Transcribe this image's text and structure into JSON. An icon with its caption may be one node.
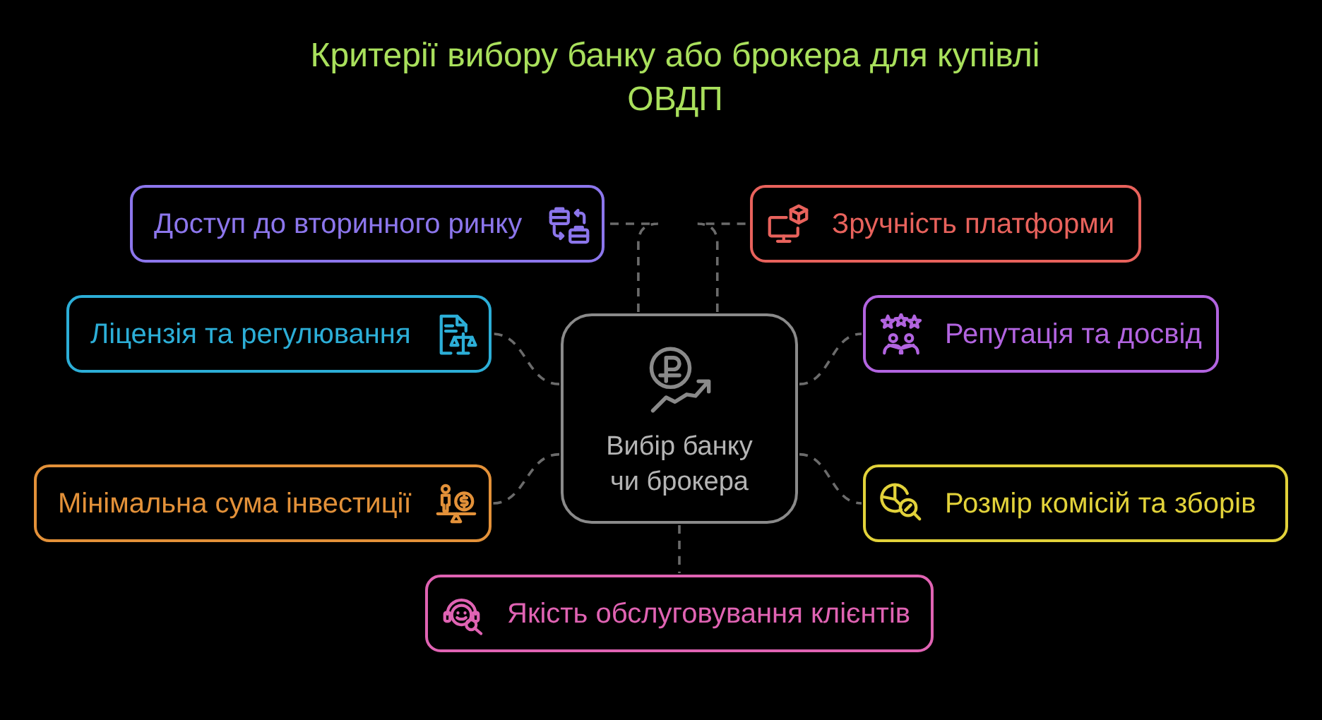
{
  "diagram": {
    "title": "Критерії вибору банку або брокера для купівлі ОВДП",
    "nodes": [
      {
        "text": [
          "Доступ до вторинного ринку"
        ]
      },
      {
        "text": [
          "Зручність платформи"
        ]
      },
      {
        "text": [
          "Ліцензія та регулювання"
        ]
      },
      {
        "text": [
          "Вибір банку чи брокера"
        ]
      },
      {
        "text": [
          "Репутація та досвід"
        ]
      },
      {
        "text": [
          "Мінімальна сума інвестиції"
        ]
      },
      {
        "text": [
          "Розмір комісій та зборів"
        ]
      },
      {
        "text": [
          "Якість обслуговування клієнтів"
        ]
      }
    ],
    "edges": [
      {
        "from": 3,
        "to": 0,
        "arrow": "none",
        "style": "dashed"
      },
      {
        "from": 3,
        "to": 1,
        "arrow": "none",
        "style": "dashed"
      },
      {
        "from": 3,
        "to": 2,
        "arrow": "none",
        "style": "dashed"
      },
      {
        "from": 3,
        "to": 4,
        "arrow": "none",
        "style": "dashed"
      },
      {
        "from": 3,
        "to": 5,
        "arrow": "none",
        "style": "dashed"
      },
      {
        "from": 3,
        "to": 6,
        "arrow": "none",
        "style": "dashed"
      },
      {
        "from": 3,
        "to": 7,
        "arrow": "none",
        "style": "dashed"
      }
    ]
  }
}
